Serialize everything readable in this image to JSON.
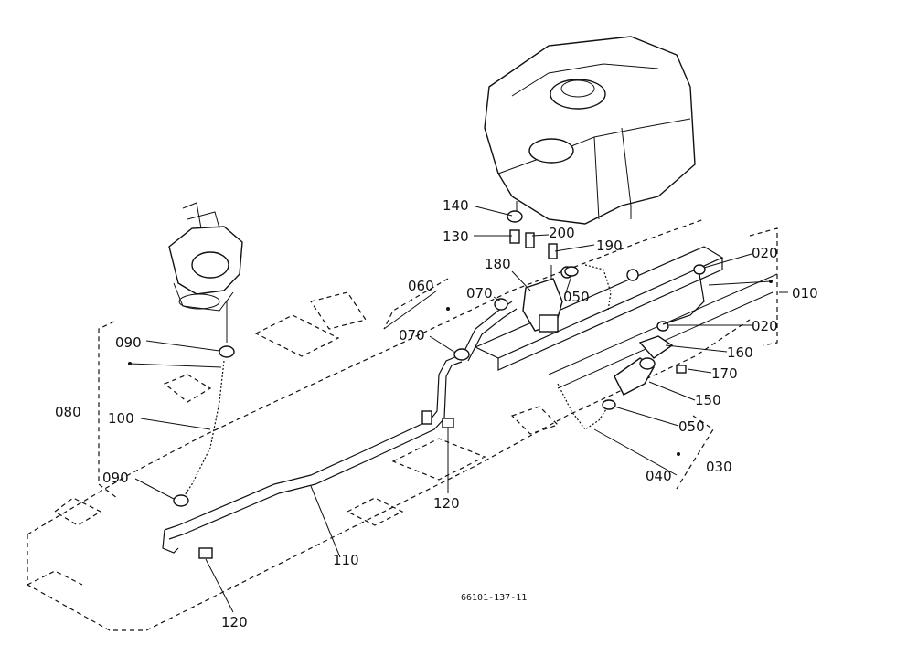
{
  "callouts": {
    "c010": "010",
    "c020a": "020",
    "c020b": "020",
    "c030": "030",
    "c040": "040",
    "c050a": "050",
    "c050b": "050",
    "c060": "060",
    "c070a": "070",
    "c070b": "070",
    "c080": "080",
    "c090a": "090",
    "c090b": "090",
    "c100": "100",
    "c110": "110",
    "c120a": "120",
    "c120b": "120",
    "c130": "130",
    "c140": "140",
    "c150": "150",
    "c160": "160",
    "c170": "170",
    "c180": "180",
    "c190": "190",
    "c200": "200"
  },
  "drawing_code": "66101-137-11"
}
